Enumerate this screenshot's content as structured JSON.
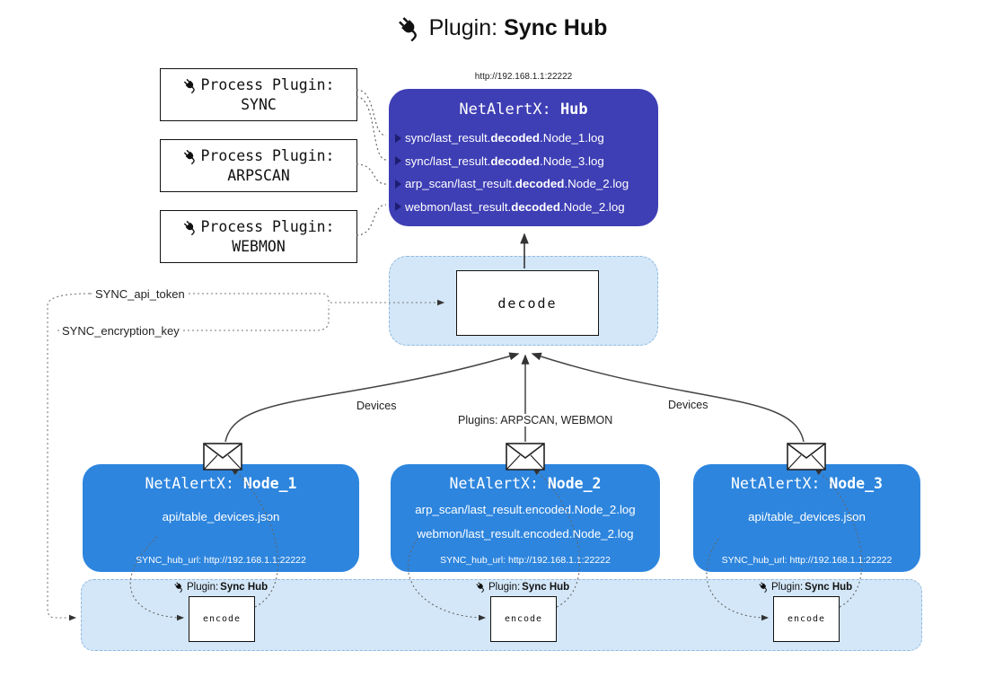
{
  "title": {
    "prefix": "Plugin: ",
    "bold": "Sync Hub"
  },
  "process_plugins": [
    {
      "label": "Process Plugin:",
      "name": "SYNC"
    },
    {
      "label": "Process Plugin:",
      "name": "ARPSCAN"
    },
    {
      "label": "Process Plugin:",
      "name": "WEBMON"
    }
  ],
  "hub": {
    "url": "http://192.168.1.1:22222",
    "title_prefix": "NetAlertX: ",
    "title_bold": "Hub",
    "files": [
      {
        "pre": "sync/last_result.",
        "bold": "decoded",
        "post": ".Node_1.log"
      },
      {
        "pre": "sync/last_result.",
        "bold": "decoded",
        "post": ".Node_3.log"
      },
      {
        "pre": "arp_scan/last_result.",
        "bold": "decoded",
        "post": ".Node_2.log"
      },
      {
        "pre": "webmon/last_result.",
        "bold": "decoded",
        "post": ".Node_2.log"
      }
    ]
  },
  "decode": {
    "label": "decode"
  },
  "config": {
    "api_token": "SYNC_api_token",
    "encryption_key": "SYNC_encryption_key"
  },
  "edges": {
    "devices_left": "Devices",
    "plugins_center": "Plugins: ARPSCAN, WEBMON",
    "devices_right": "Devices"
  },
  "nodes": [
    {
      "title_prefix": "NetAlertX: ",
      "title_bold": "Node_1",
      "files": [
        "api/table_devices.json"
      ],
      "hub_url": "SYNC_hub_url: http://192.168.1.1:22222"
    },
    {
      "title_prefix": "NetAlertX: ",
      "title_bold": "Node_2",
      "files": [
        "arp_scan/last_result.encoded.Node_2.log",
        "webmon/last_result.encoded.Node_2.log"
      ],
      "hub_url": "SYNC_hub_url: http://192.168.1.1:22222"
    },
    {
      "title_prefix": "NetAlertX: ",
      "title_bold": "Node_3",
      "files": [
        "api/table_devices.json"
      ],
      "hub_url": "SYNC_hub_url: http://192.168.1.1:22222"
    }
  ],
  "encode": {
    "plugin_prefix": "Plugin: ",
    "plugin_bold": "Sync Hub",
    "box_label": "encode"
  },
  "colors": {
    "hub_bg": "#3e3eb5",
    "node_bg": "#2d85de",
    "panel_bg": "#d3e7f8",
    "line": "#444444"
  }
}
